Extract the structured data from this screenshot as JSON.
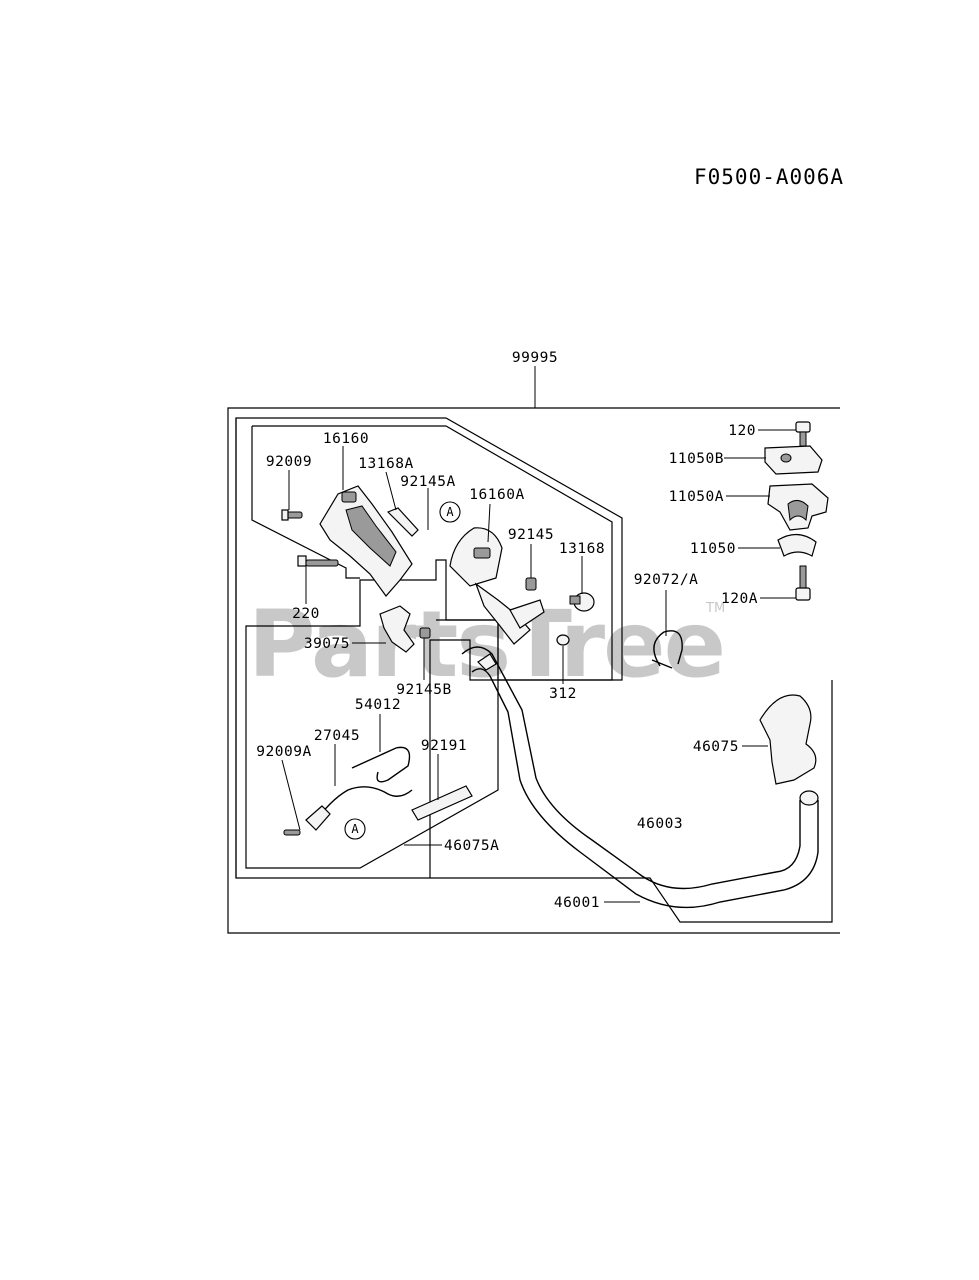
{
  "diagram_code": "F0500-A006A",
  "watermark": {
    "text": "PartsTree",
    "tm": "TM"
  },
  "callout_letter": "A",
  "parts": {
    "p99995": "99995",
    "p120": "120",
    "p11050B": "11050B",
    "p11050A": "11050A",
    "p11050": "11050",
    "p120A": "120A",
    "p92072": "92072/A",
    "p16160": "16160",
    "p92009": "92009",
    "p13168A": "13168A",
    "p92145A": "92145A",
    "p16160A": "16160A",
    "p92145": "92145",
    "p13168": "13168",
    "p220": "220",
    "p39075": "39075",
    "p92145B": "92145B",
    "p312": "312",
    "p54012": "54012",
    "p27045": "27045",
    "p92009A": "92009A",
    "p92191": "92191",
    "p46075": "46075",
    "p46003": "46003",
    "p46075A": "46075A",
    "p46001": "46001"
  }
}
